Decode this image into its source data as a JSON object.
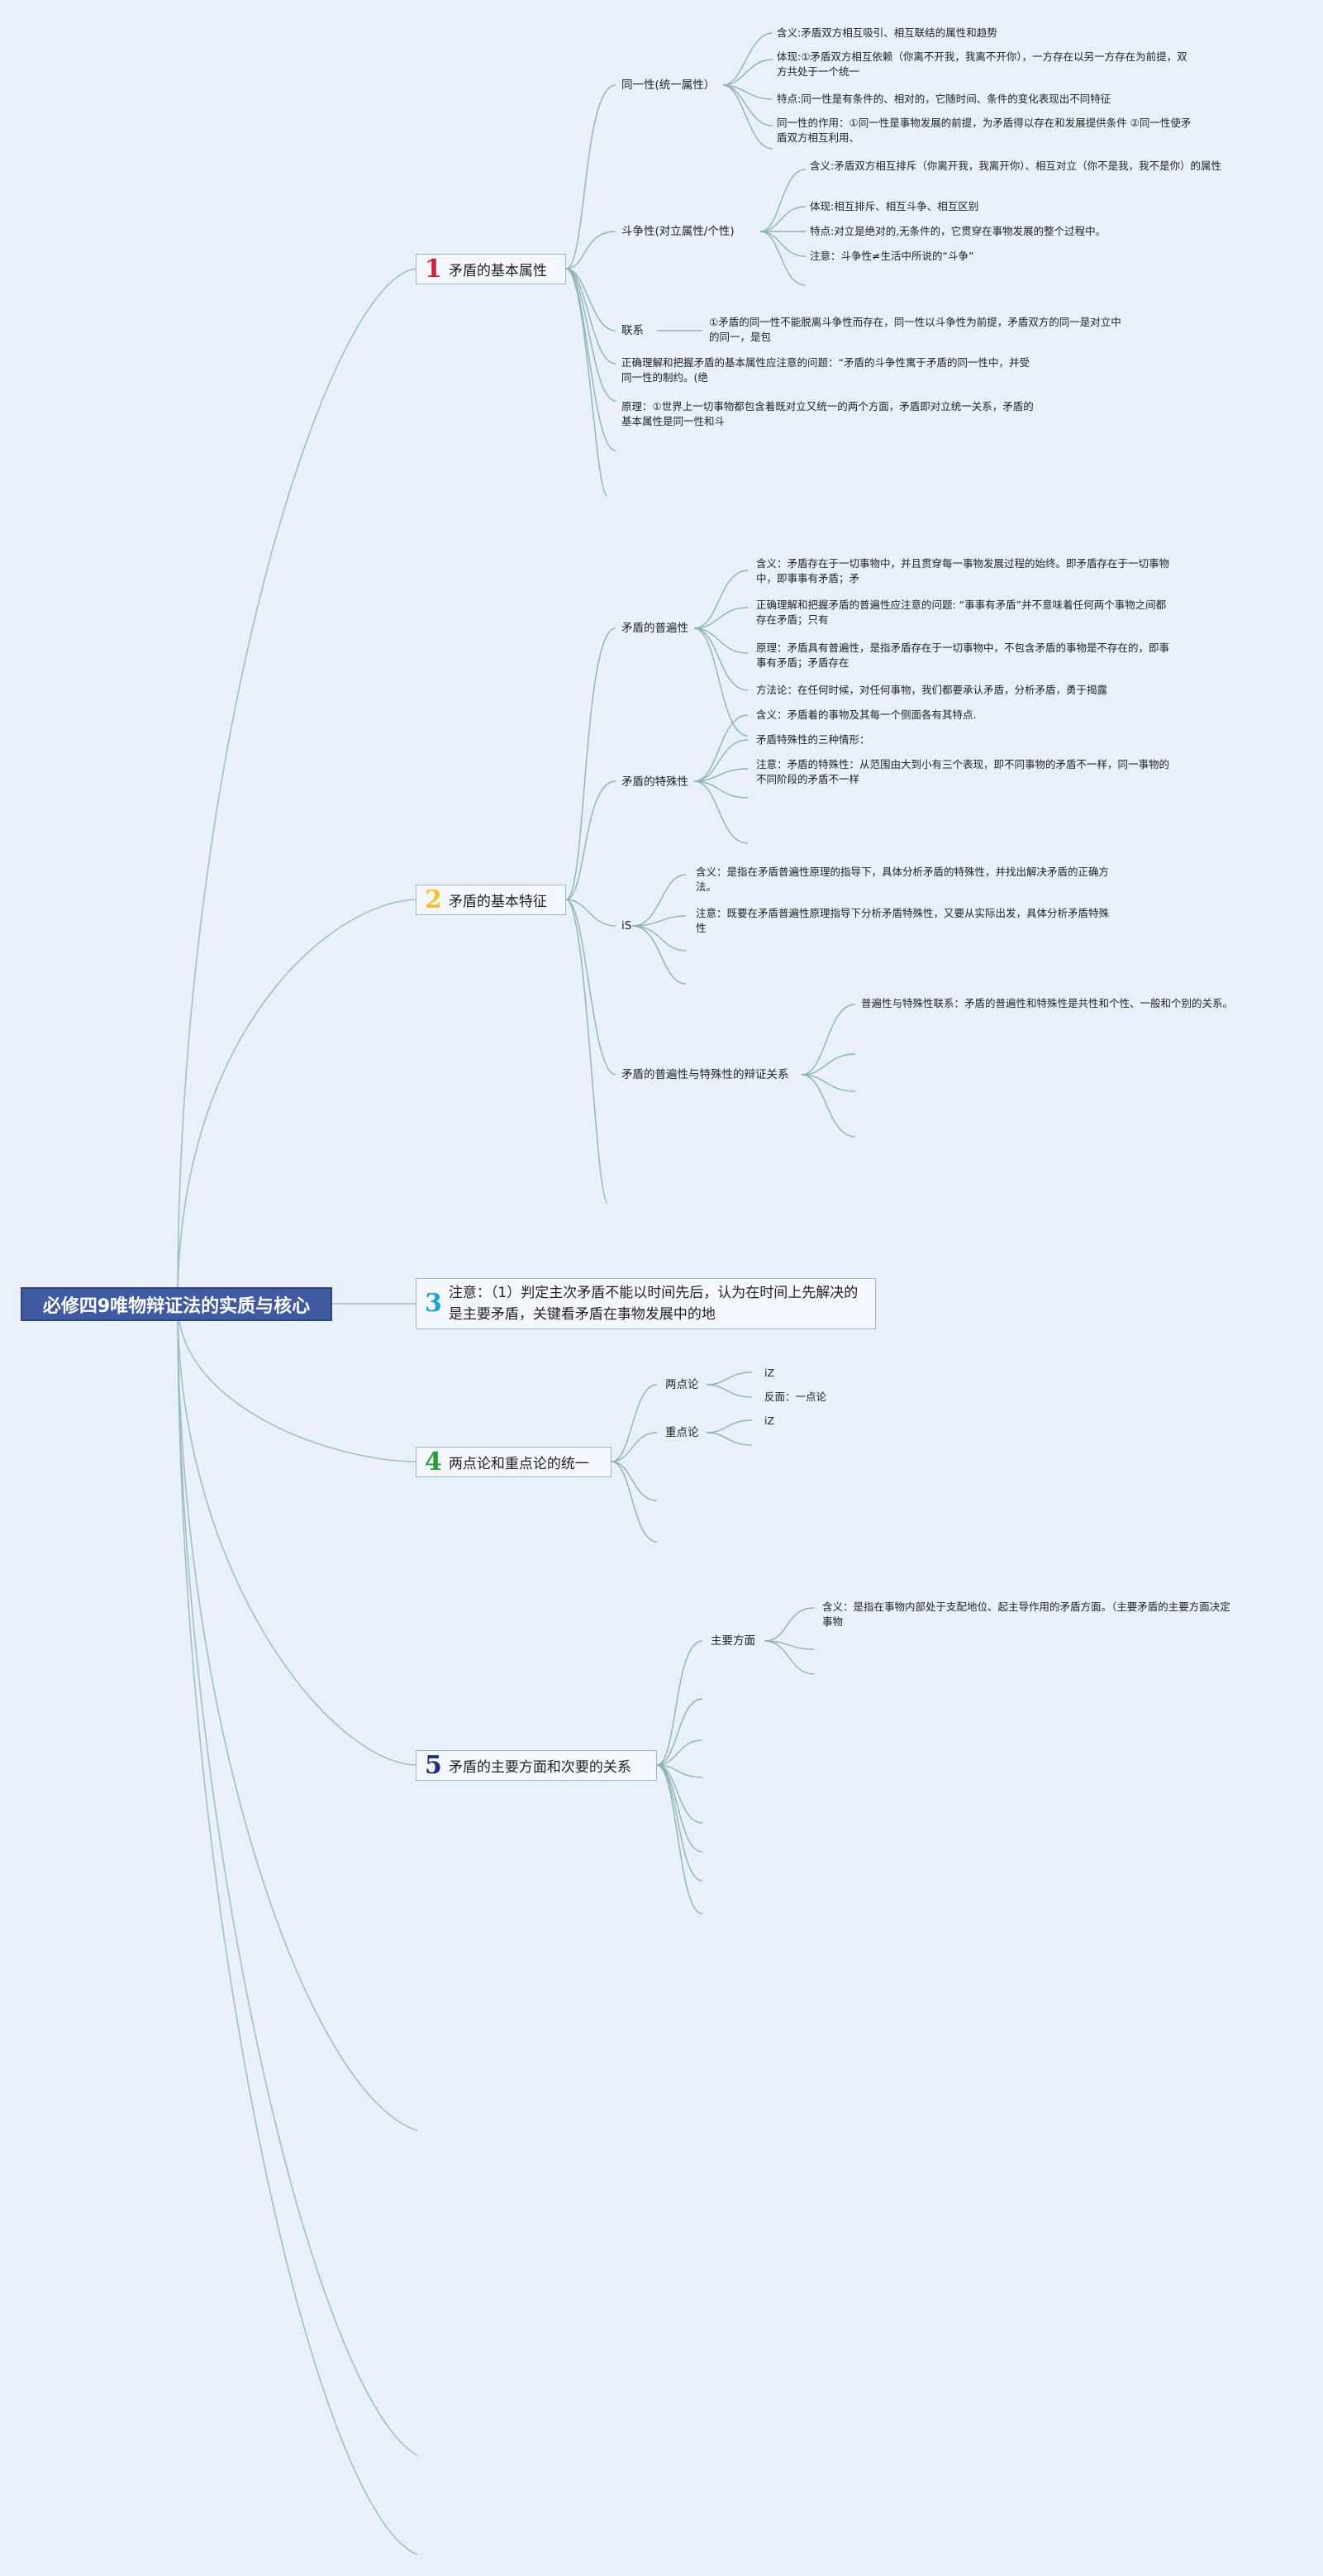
{
  "root": {
    "title": "必修四9唯物辩证法的实质与核心"
  },
  "topics": {
    "t1": {
      "number": "1",
      "number_color": "#d0233a",
      "title": "矛盾的基本属性"
    },
    "t2": {
      "number": "2",
      "number_color": "#f3c232",
      "title": "矛盾的基本特征"
    },
    "t3": {
      "number": "3",
      "number_color": "#1aa3d9",
      "title": "注意：（1）判定主次矛盾不能以时间先后，认为在时间上先解决的是主要矛盾，关键看矛盾在事物发展中的地"
    },
    "t4": {
      "number": "4",
      "number_color": "#2a9a3a",
      "title": "两点论和重点论的统一"
    },
    "t5": {
      "number": "5",
      "number_color": "#1c2f7a",
      "title": "矛盾的主要方面和次要的关系"
    }
  },
  "t1": {
    "identity": {
      "label": "同一性(统一属性）",
      "children": [
        "含义:矛盾双方相互吸引、相互联结的属性和趋势",
        "体现:①矛盾双方相互依赖（你离不开我，我离不开你），一方存在以另一方存在为前提，双方共处于一个统一",
        "特点:同一性是有条件的、相对的，它随时间、条件的变化表现出不同特征",
        "同一性的作用：①同一性是事物发展的前提，为矛盾得以存在和发展提供条件 ②同一性使矛盾双方相互利用、"
      ]
    },
    "struggle": {
      "label": "斗争性(对立属性/个性)",
      "children": [
        "含义:矛盾双方相互排斥（你离开我，我离开你）、相互对立（你不是我，我不是你）的属性",
        "体现:相互排斥、相互斗争、相互区别",
        "特点:对立是绝对的,无条件的，它贯穿在事物发展的整个过程中。",
        "注意：斗争性≠生活中所说的“斗争”"
      ]
    },
    "link": {
      "label": "联系",
      "child": "①矛盾的同一性不能脱离斗争性而存在，同一性以斗争性为前提，矛盾双方的同一是对立中的同一，是包"
    },
    "correct": "正确理解和把握矛盾的基本属性应注意的问题：“矛盾的斗争性寓于矛盾的同一性中，并受同一性的制约。(绝",
    "principle": "原理：①世界上一切事物都包含着既对立又统一的两个方面，矛盾即对立统一关系，矛盾的基本属性是同一性和斗"
  },
  "t2": {
    "universality": {
      "label": "矛盾的普遍性",
      "children": [
        "含义：矛盾存在于一切事物中，并且贯穿每一事物发展过程的始终。即矛盾存在于一切事物中，即事事有矛盾；矛",
        "正确理解和把握矛盾的普遍性应注意的问题: “事事有矛盾”并不意味着任何两个事物之间都存在矛盾；只有",
        "原理：矛盾具有普遍性，是指矛盾存在于一切事物中，不包含矛盾的事物是不存在的，即事事有矛盾；矛盾存在",
        "方法论：在任何时候，对任何事物，我们都要承认矛盾，分析矛盾，勇于揭露"
      ]
    },
    "particularity": {
      "label": "矛盾的特殊性",
      "children": [
        "含义：矛盾着的事物及其每一个侧面各有其特点.",
        "矛盾特殊性的三种情形：",
        "注意：矛盾的特殊性：从范围由大到小有三个表现，即不同事物的矛盾不一样，同一事物的不同阶段的矛盾不一样"
      ]
    },
    "is": {
      "label": "iS",
      "children": [
        "含义：是指在矛盾普遍性原理的指导下，具体分析矛盾的特殊性，并找出解决矛盾的正确方法。",
        "注意：既要在矛盾普遍性原理指导下分析矛盾特殊性，又要从实际出发，具体分析矛盾特殊性"
      ]
    },
    "dialectic": {
      "label": "矛盾的普遍性与特殊性的辩证关系",
      "children": [
        "普遍性与特殊性联系：矛盾的普遍性和特殊性是共性和个性、一般和个别的关系。"
      ]
    }
  },
  "t4": {
    "two_point": {
      "label": "两点论",
      "children": [
        "iZ",
        "反面：一点论"
      ]
    },
    "key_point": {
      "label": "重点论",
      "children": [
        "iZ"
      ]
    }
  },
  "t5": {
    "main_aspect": {
      "label": "主要方面",
      "children": [
        "含义：是指在事物内部处于支配地位、起主导作用的矛盾方面。（主要矛盾的主要方面决定事物"
      ]
    }
  },
  "colors": {
    "background": "#e8f0fc",
    "link": "#8fb3b1",
    "root_fill": "#3f5aa3"
  }
}
